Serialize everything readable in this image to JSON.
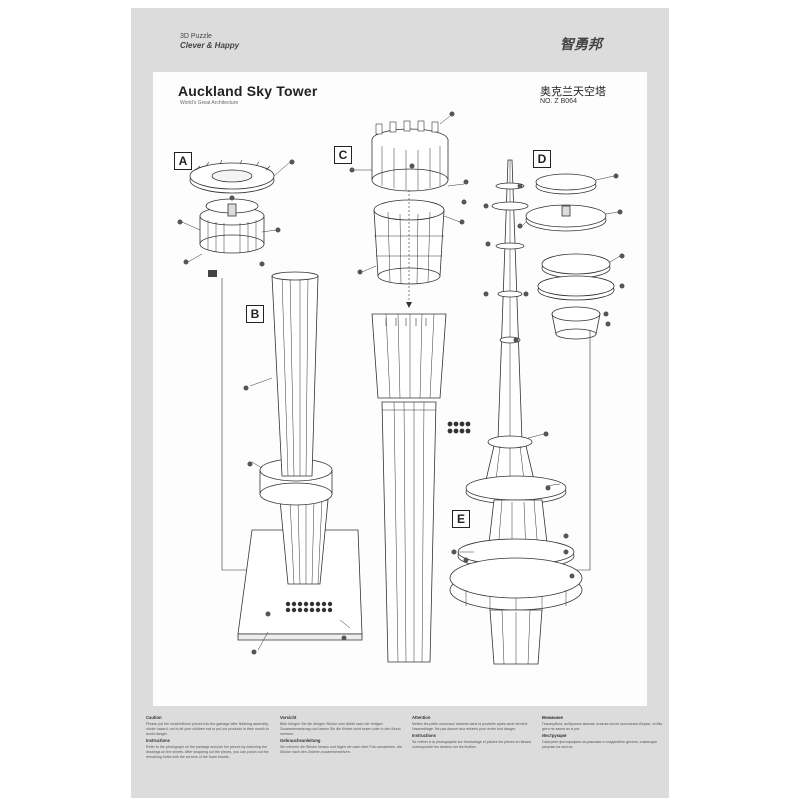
{
  "brand": {
    "line1": "3D Puzzle",
    "line2": "Clever & Happy",
    "cn_logo": "智勇邦"
  },
  "header": {
    "title": "Auckland Sky Tower",
    "subtitle": "World's Great Architecture",
    "title_cn": "奥克兰天空塔",
    "model_no": "NO. Z  B064"
  },
  "steps": {
    "a": "A",
    "b": "B",
    "c": "C",
    "d": "D",
    "e": "E"
  },
  "notes": [
    {
      "warn_title": "Caution",
      "warn_text": "Please put the small leftover pieces into the garbage after finishing assembly, choke hazard, not to let your children eat or put our products in their mouth to avoid danger.",
      "info_title": "Instructions",
      "info_text": "Refer to the photograph on the package and join the pieces by matching the drawings on the sheets. After snapping out the pieces, you can punch out the remaining holes with the corners of the foam boards."
    },
    {
      "warn_title": "Vorsicht",
      "warn_text": "Bitte bringen Sie die übrigen Stücke zum Abfall nach der fertigen Zusammensetzung und lassen Sie die Kinder nicht essen oder in den Mund nehmen.",
      "info_title": "Gebrauchsanleitung",
      "info_text": "Sie nehmen die Stücke heraus und fügen sie nach dem Foto zusammen, die Stücke nach den Zeichen zusammensetzen."
    },
    {
      "warn_title": "Attention",
      "warn_text": "Mettez les petits morceaux restants dans la poubelle après avoir terminé l'assemblage. Ne pas donner aux enfants pour éviter tout danger.",
      "info_title": "Instructions",
      "info_text": "Se référer à la photographie sur l'emballage et joindre les pièces en faisant correspondre les dessins sur les feuilles."
    },
    {
      "warn_title": "Внимание",
      "warn_text": "Пожалуйста, выбросьте мелкие остатки после окончания сборки, чтобы дети не взяли их в рот.",
      "info_title": "Инструкция",
      "info_text": "Смотрите фотографию на упаковке и соединяйте детали, совмещая рисунки на листах."
    }
  ]
}
